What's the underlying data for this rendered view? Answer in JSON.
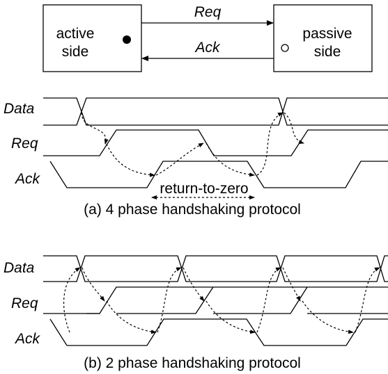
{
  "blocks": {
    "active": [
      "active",
      "side"
    ],
    "passive": [
      "passive",
      "side"
    ]
  },
  "arrows": {
    "req": "Req",
    "ack": "Ack"
  },
  "four_phase": {
    "signals": [
      "Data",
      "Req",
      "Ack"
    ],
    "annotation": "return-to-zero",
    "caption": "(a) 4 phase handshaking protocol"
  },
  "two_phase": {
    "signals": [
      "Data",
      "Req",
      "Ack"
    ],
    "caption": "(b) 2 phase handshaking protocol"
  }
}
